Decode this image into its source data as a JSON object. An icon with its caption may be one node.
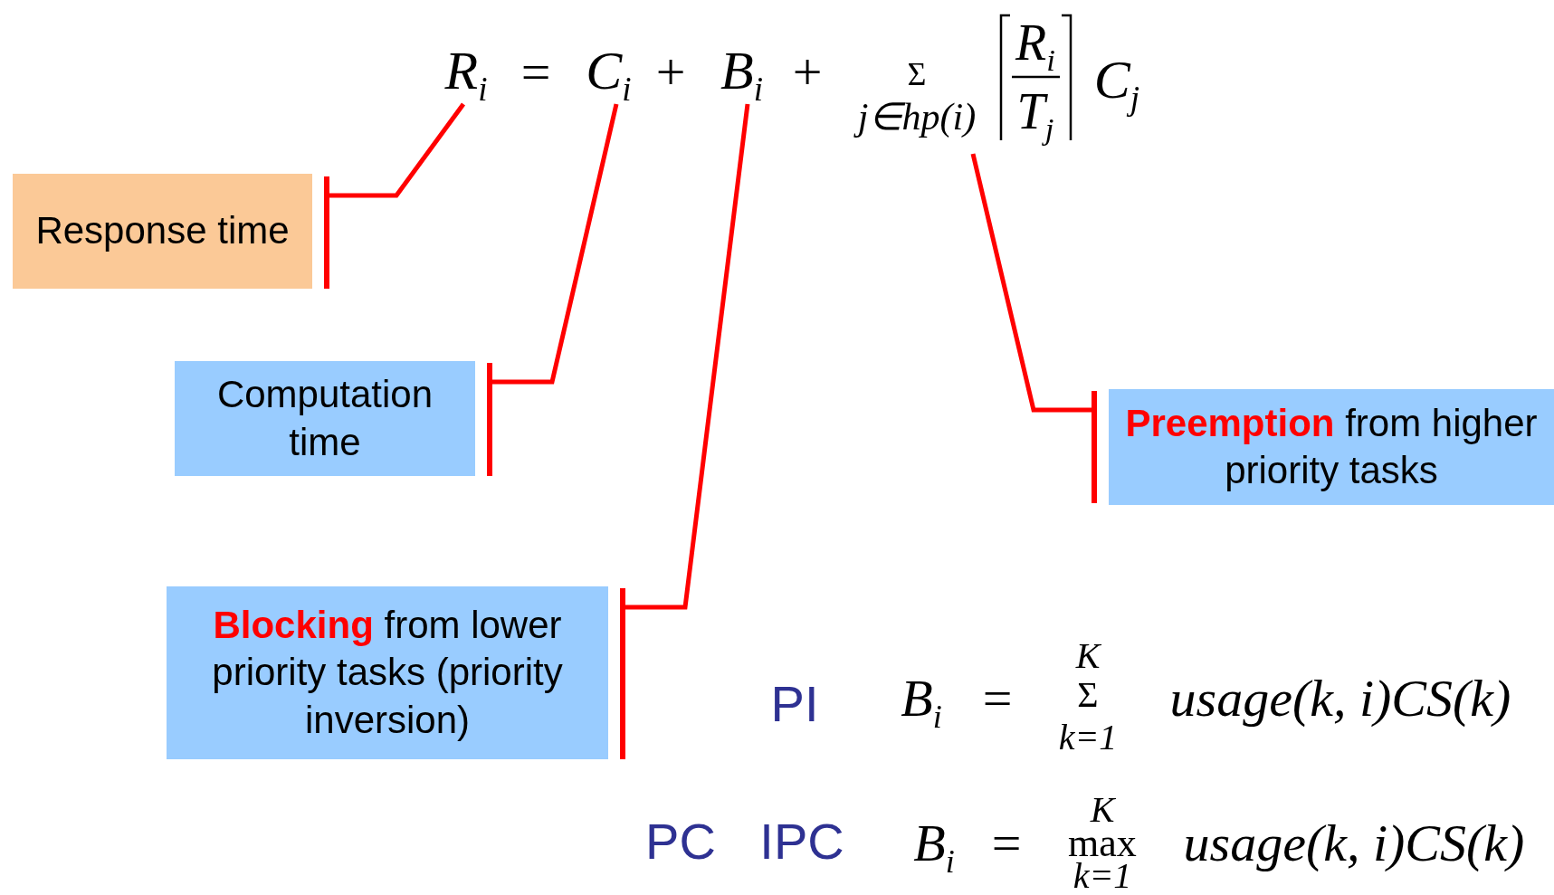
{
  "diagram": {
    "nodes": [
      {
        "text": [
          "R$_{i}$"
        ]
      },
      {
        "text": [
          "C$_{i}$"
        ]
      },
      {
        "text": [
          "B$_{i}$"
        ]
      },
      {
        "text": [
          "Σ",
          "j∈hp(i)",
          "R$_{i}$",
          "T$_{j}$",
          "C$_{j}$"
        ]
      },
      {
        "text": [
          "Response time"
        ]
      },
      {
        "text": [
          "Computation time"
        ]
      },
      {
        "text": [
          "**Blocking** from lower priority tasks (priority inversion)"
        ]
      },
      {
        "text": [
          "**Preemption** from higher priority tasks"
        ]
      }
    ],
    "edges": [
      {
        "from": 0,
        "to": 4,
        "arrow": "other"
      },
      {
        "from": 1,
        "to": 5,
        "arrow": "other"
      },
      {
        "from": 2,
        "to": 6,
        "arrow": "other"
      },
      {
        "from": 3,
        "to": 7,
        "arrow": "other"
      }
    ],
    "labels": [
      "=",
      "+",
      "+",
      "PI",
      "B$_{i}$",
      "=",
      "K",
      "Σ",
      "k=1",
      "usage(k, i)CS(k)",
      "PC",
      "IPC",
      "B$_{i}$",
      "=",
      "K",
      "max",
      "k=1",
      "usage(k, i)CS(k)"
    ]
  }
}
